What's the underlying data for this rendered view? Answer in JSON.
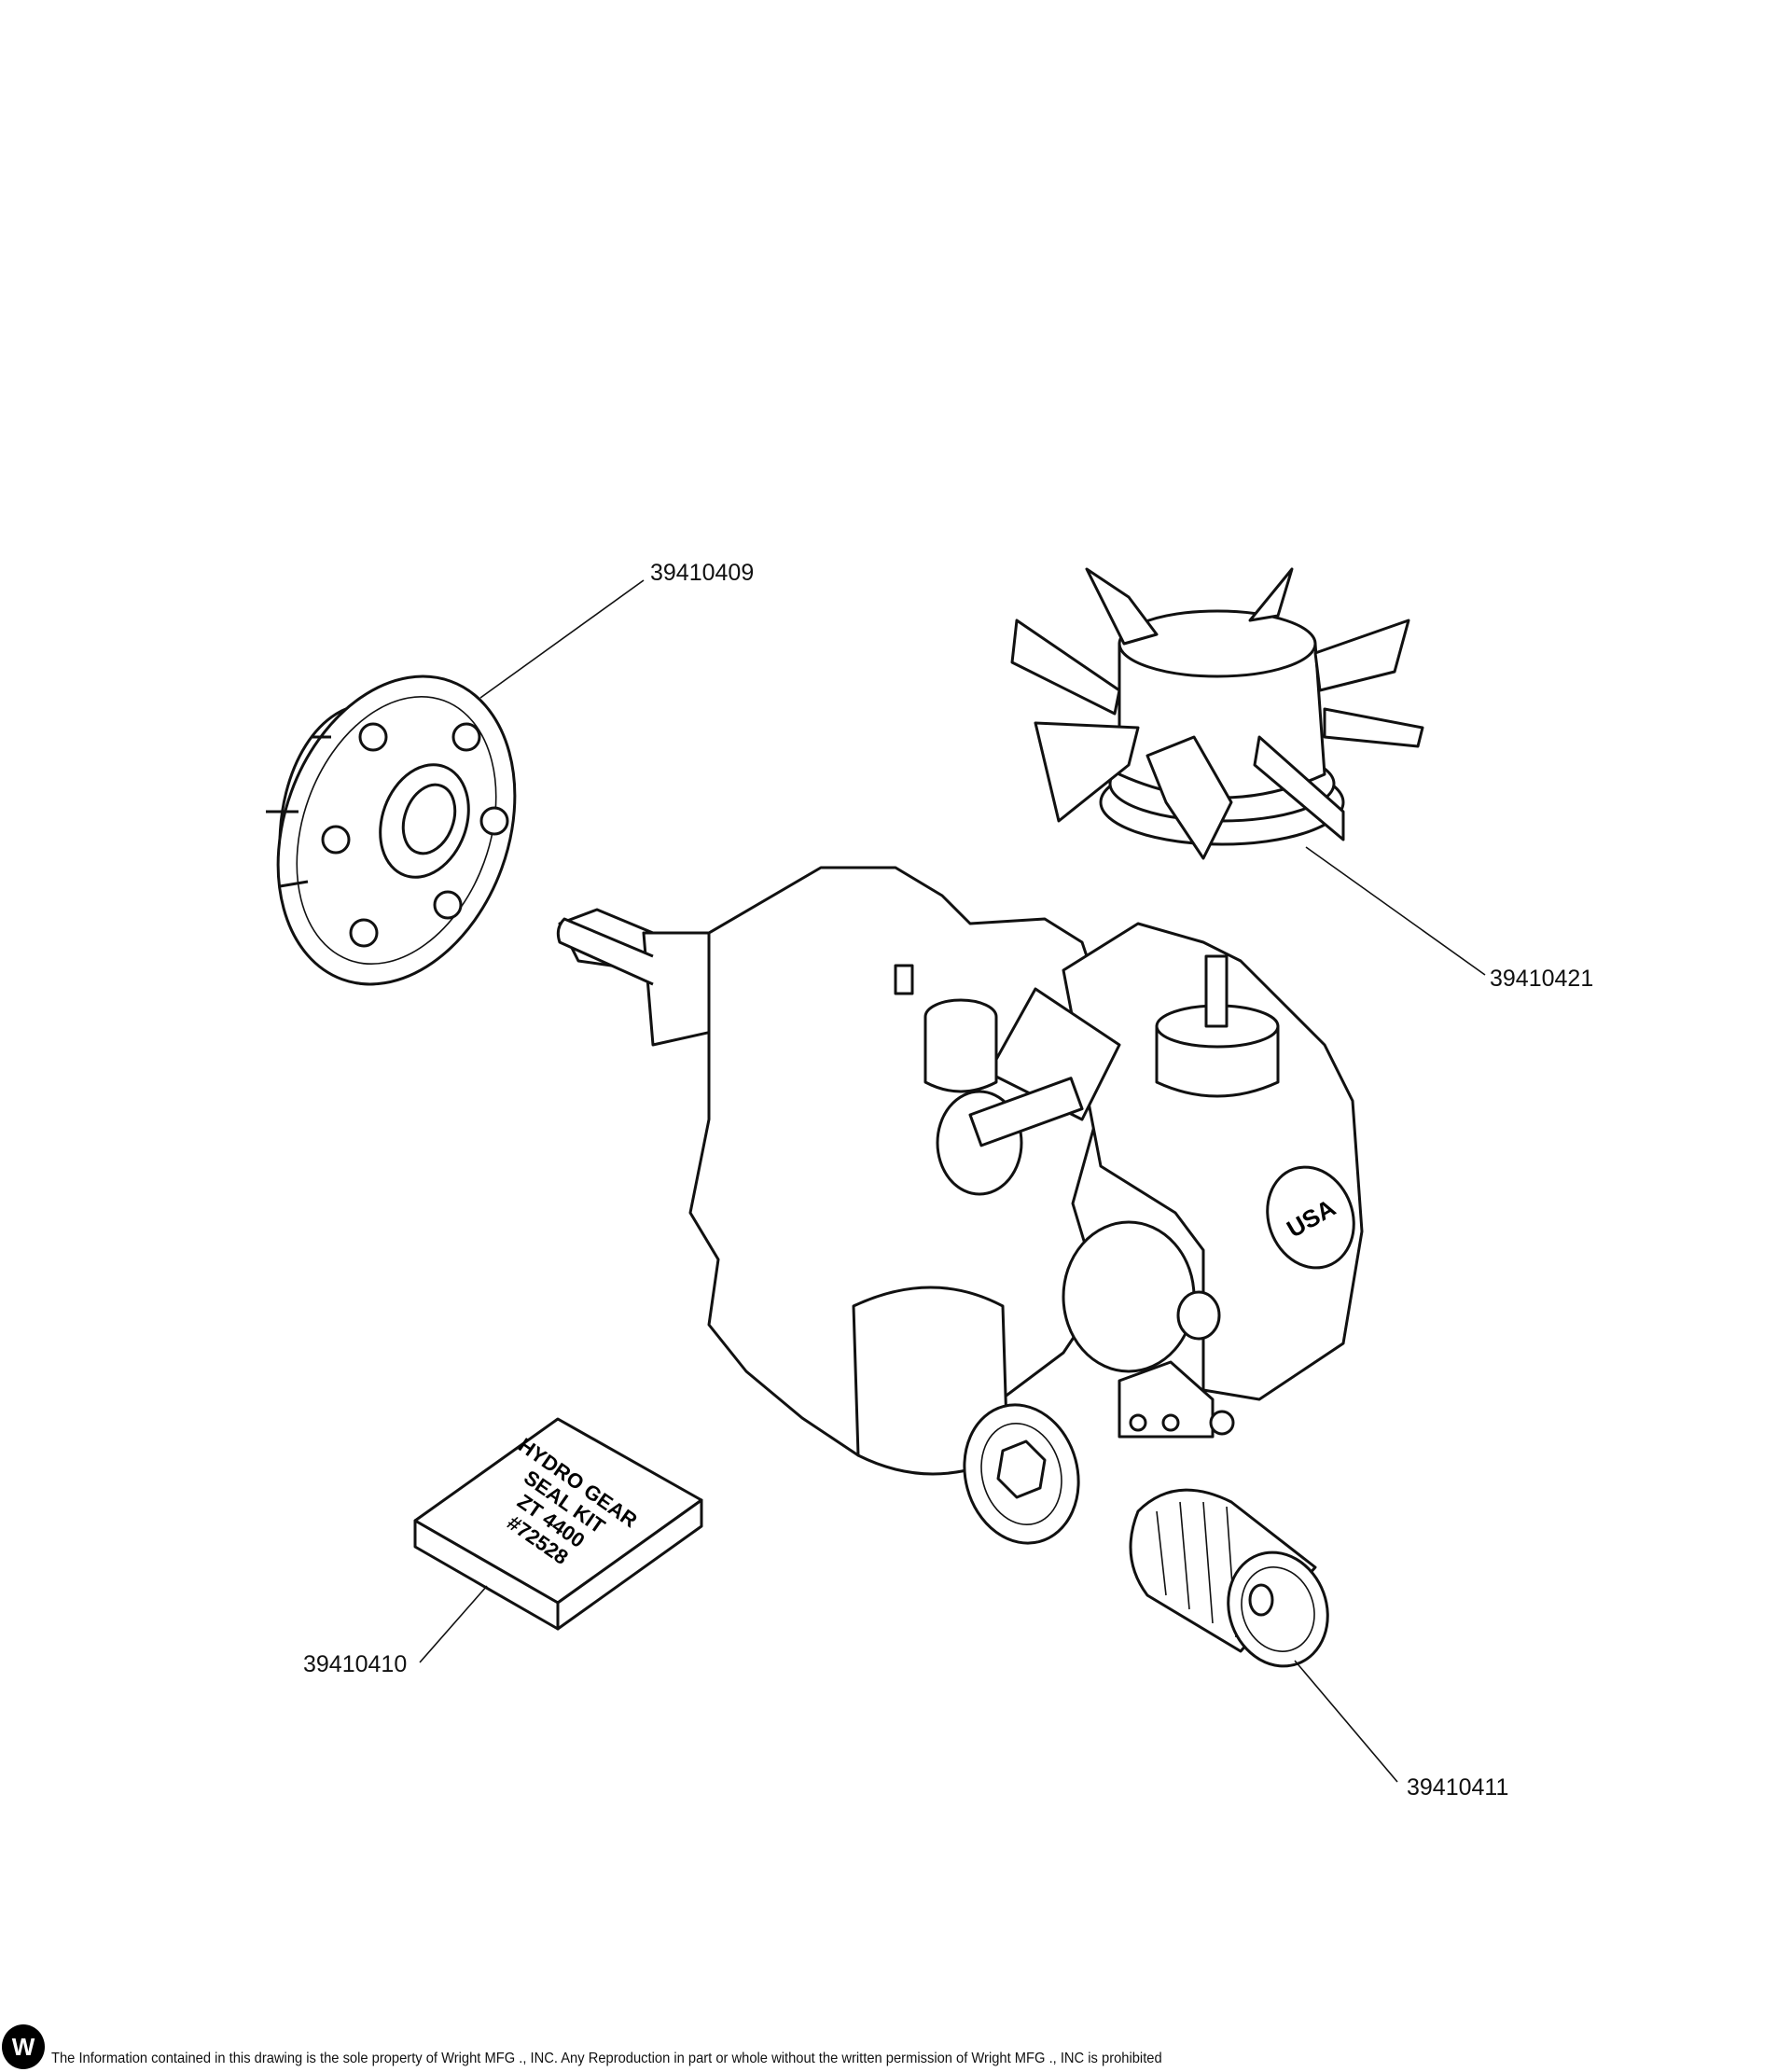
{
  "callouts": {
    "hub": "39410409",
    "fan": "39410421",
    "seal_kit": "39410410",
    "filter": "39410411"
  },
  "seal_kit_label": [
    "HYDRO GEAR",
    "SEAL KIT",
    "ZT 4400",
    "#72528"
  ],
  "plug_label": "USA",
  "footer": {
    "logo_text": "W",
    "notice": "The Information contained in this drawing is the sole property of Wright MFG ., INC. Any Reproduction in part or whole without the written permission of Wright MFG ., INC is prohibited"
  }
}
